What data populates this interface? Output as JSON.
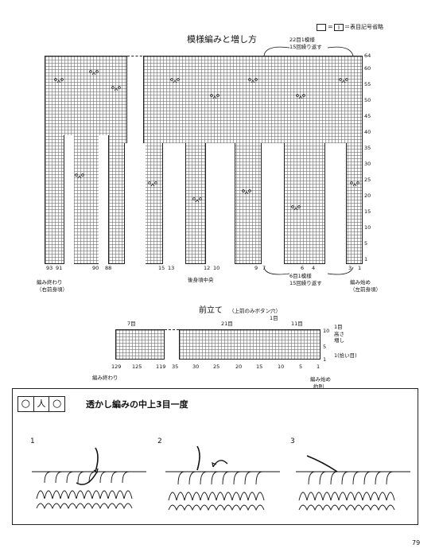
{
  "legend": {
    "symbol_a": "",
    "symbol_b": "I",
    "text": "＝表目記号省略"
  },
  "pattern": {
    "title": "模様編みと増し方",
    "note_top_1": "22目1模様",
    "note_top_2": "15回繰り返す",
    "note_bottom_1": "6目1模様",
    "note_bottom_2": "15回繰り返す",
    "row_labels": [
      "64",
      "60",
      "55",
      "50",
      "45",
      "40",
      "35",
      "30",
      "25",
      "20",
      "15",
      "10",
      "5",
      "1"
    ],
    "stitch_labels": [
      "93",
      "91",
      "90",
      "88",
      "15",
      "13",
      "12",
      "10",
      "9",
      "7",
      "6",
      "4",
      "3",
      "1"
    ],
    "end_left_1": "編み終わり",
    "end_left_2": "（右前身頃）",
    "center_back": "後身頃中央",
    "start_right_1": "編み始め",
    "start_right_2": "（左前身頃）"
  },
  "front_band": {
    "title": "前立て",
    "subtitle": "（上前のみボタン穴）",
    "count_left": "7目",
    "count_mid": "21目",
    "count_hole": "1目",
    "count_right": "11目",
    "row_labels": [
      "10",
      "5",
      "1"
    ],
    "side_note_1": "1目",
    "side_note_2": "高さ",
    "side_note_3": "増し",
    "side_note_4": "1(拾い目)",
    "stitch_labels": [
      "129",
      "125",
      "119",
      "35",
      "30",
      "25",
      "20",
      "15",
      "10",
      "5",
      "1"
    ],
    "end_label": "編み終わり",
    "start_1": "編み始め",
    "start_2": "約則"
  },
  "technique": {
    "symbol_1": "○",
    "symbol_2": "人",
    "symbol_3": "○",
    "title": "透かし編みの中上3目一度",
    "steps": [
      "1",
      "2",
      "3"
    ]
  },
  "page_number": "79"
}
